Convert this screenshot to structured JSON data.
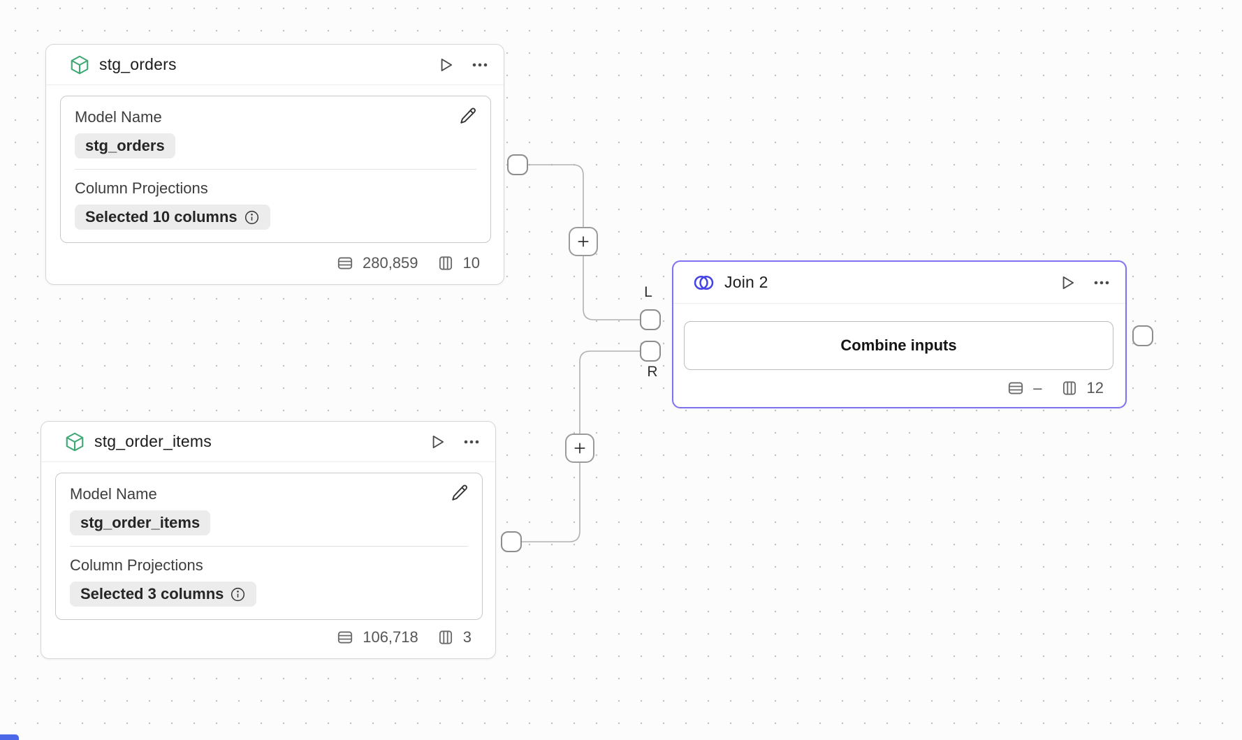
{
  "nodes": {
    "stg_orders": {
      "title": "stg_orders",
      "model_name_label": "Model Name",
      "model_name_value": "stg_orders",
      "column_projections_label": "Column Projections",
      "column_projections_value": "Selected 10 columns",
      "stats": {
        "rows": "280,859",
        "columns": "10"
      }
    },
    "stg_order_items": {
      "title": "stg_order_items",
      "model_name_label": "Model Name",
      "model_name_value": "stg_order_items",
      "column_projections_label": "Column Projections",
      "column_projections_value": "Selected 3 columns",
      "stats": {
        "rows": "106,718",
        "columns": "3"
      }
    },
    "join": {
      "title": "Join 2",
      "combine_button_label": "Combine inputs",
      "left_input_label": "L",
      "right_input_label": "R",
      "stats": {
        "rows": "–",
        "columns": "12"
      }
    }
  },
  "edges": {
    "add_button_glyph": "+"
  },
  "icons": {
    "model_icon": "cube-icon",
    "join_icon": "venn-overlapping-circles-icon",
    "run_icon": "play-icon",
    "menu_icon": "ellipsis-icon",
    "edit_icon": "pencil-icon",
    "info_icon": "info-circle-icon",
    "rows_icon": "row-count-icon",
    "columns_icon": "column-count-icon"
  },
  "colors": {
    "model_icon_green": "#3fa874",
    "join_accent": "#4543e6",
    "join_border": "#7e72f2",
    "edge_gray": "#b1b1b1",
    "chip_bg": "#ececec",
    "bottom_accent_blue": "#4b68e8"
  }
}
